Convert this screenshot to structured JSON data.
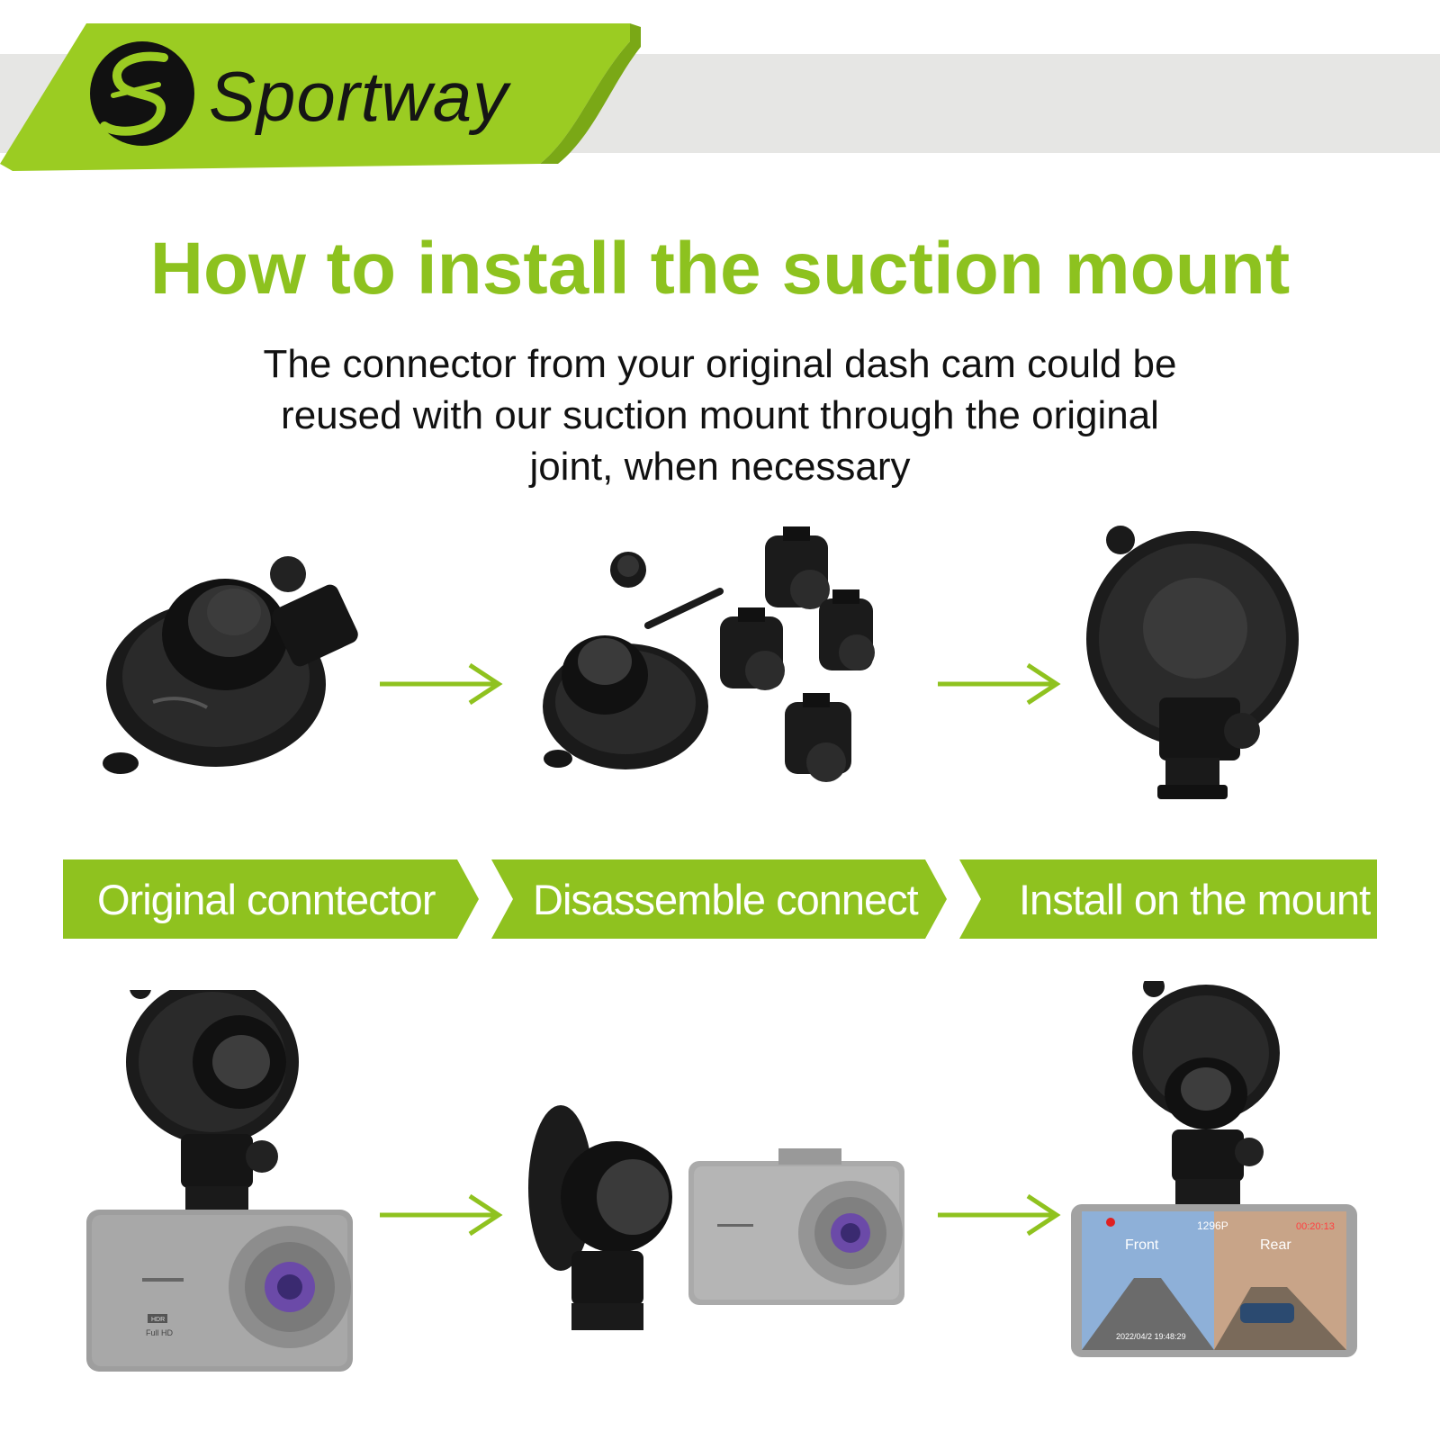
{
  "brand": {
    "name": "Sportway",
    "color": "#a8d22e",
    "logo_icon": "sportway-s-logo-icon"
  },
  "title": "How to install the suction mount",
  "subtitle_lines": [
    "The connector from your original dash cam could be",
    "reused with our suction mount through the original",
    "joint, when necessary"
  ],
  "steps": [
    {
      "label": "Original conntector"
    },
    {
      "label": "Disassemble connect"
    },
    {
      "label": "Install on the mount"
    }
  ],
  "dashcam_screen": {
    "resolution": "1296P",
    "timer": "00:20:13",
    "front_label": "Front",
    "rear_label": "Rear",
    "timestamp": "2022/04/2 19:48:29"
  },
  "camera_badges": {
    "hdr": "HDR",
    "full_hd": "Full HD"
  },
  "colors": {
    "accent_green": "#8dc21f",
    "step_bar_green": "#8fc21f",
    "band_gray": "#e6e6e4"
  },
  "icons": [
    "arrow-right-icon",
    "suction-mount-icon",
    "dash-cam-icon"
  ]
}
